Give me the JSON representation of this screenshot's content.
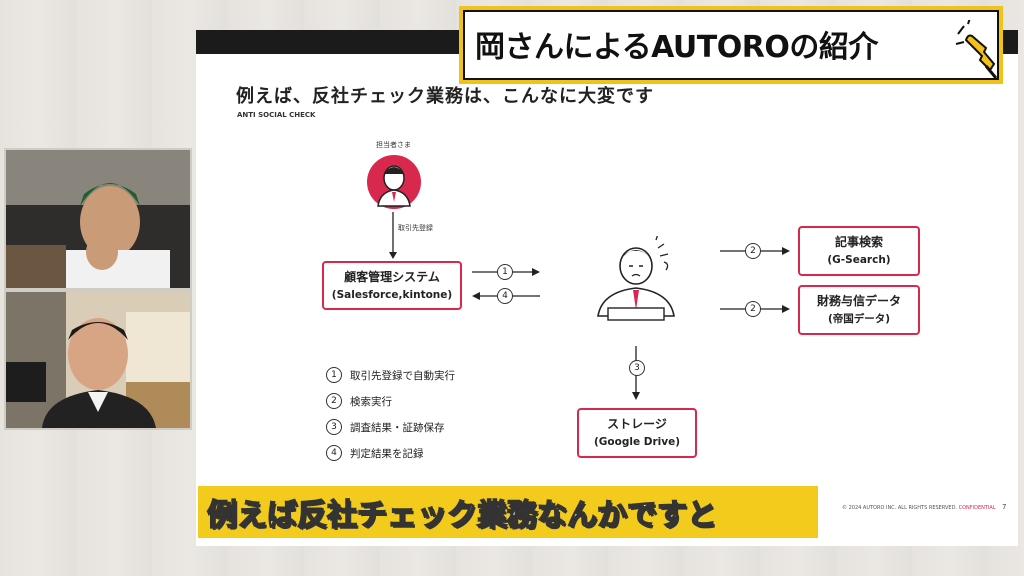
{
  "banner": {
    "title": "岡さんによるAUTOROの紹介"
  },
  "slide": {
    "heading": "例えば、反社チェック業務は、こんなに大変です",
    "subheading": "ANTI SOCIAL CHECK",
    "person_label": "担当者さま",
    "register_label": "取引先登録",
    "crm_box": {
      "line1": "顧客管理システム",
      "line2": "(Salesforce,kintone)"
    },
    "news_box": {
      "line1": "記事検索",
      "line2": "(G-Search)"
    },
    "finance_box": {
      "line1": "財務与信データ",
      "line2": "(帝国データ)"
    },
    "storage_box": {
      "line1": "ストレージ",
      "line2": "(Google Drive)"
    },
    "arrows": {
      "a1": "1",
      "a4": "4",
      "a2_top": "2",
      "a2_bottom": "2",
      "a3": "3"
    },
    "steps": [
      {
        "num": "1",
        "text": "取引先登録で自動実行"
      },
      {
        "num": "2",
        "text": "検索実行"
      },
      {
        "num": "3",
        "text": "調査結果・証跡保存"
      },
      {
        "num": "4",
        "text": "判定結果を記録"
      }
    ],
    "footer_text": "© 2024 AUTORO INC. ALL RIGHTS RESERVED.",
    "footer_conf": "CONFIDENTIAL",
    "page_number": "7"
  },
  "caption": {
    "text": "例えば反社チェック業務なんかですと"
  },
  "colors": {
    "accent": "#d9284e",
    "caption_bg": "#f2cb1c",
    "slide_bar": "#1b1b1b"
  }
}
